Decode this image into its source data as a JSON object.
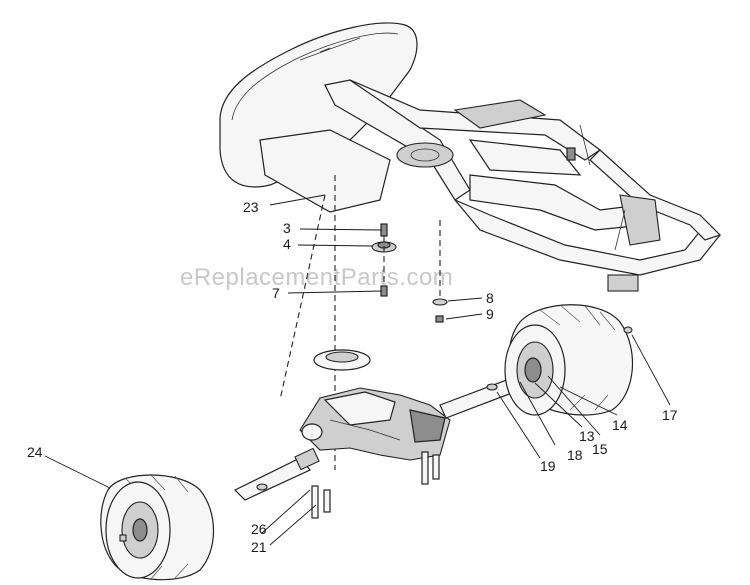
{
  "watermark": "eReplacementParts.com",
  "callouts": {
    "c3": "3",
    "c4": "4",
    "c7": "7",
    "c8": "8",
    "c9": "9",
    "c13": "13",
    "c14": "14",
    "c15": "15",
    "c17": "17",
    "c18": "18",
    "c19": "19",
    "c21": "21",
    "c23": "23",
    "c24": "24",
    "c26": "26"
  }
}
